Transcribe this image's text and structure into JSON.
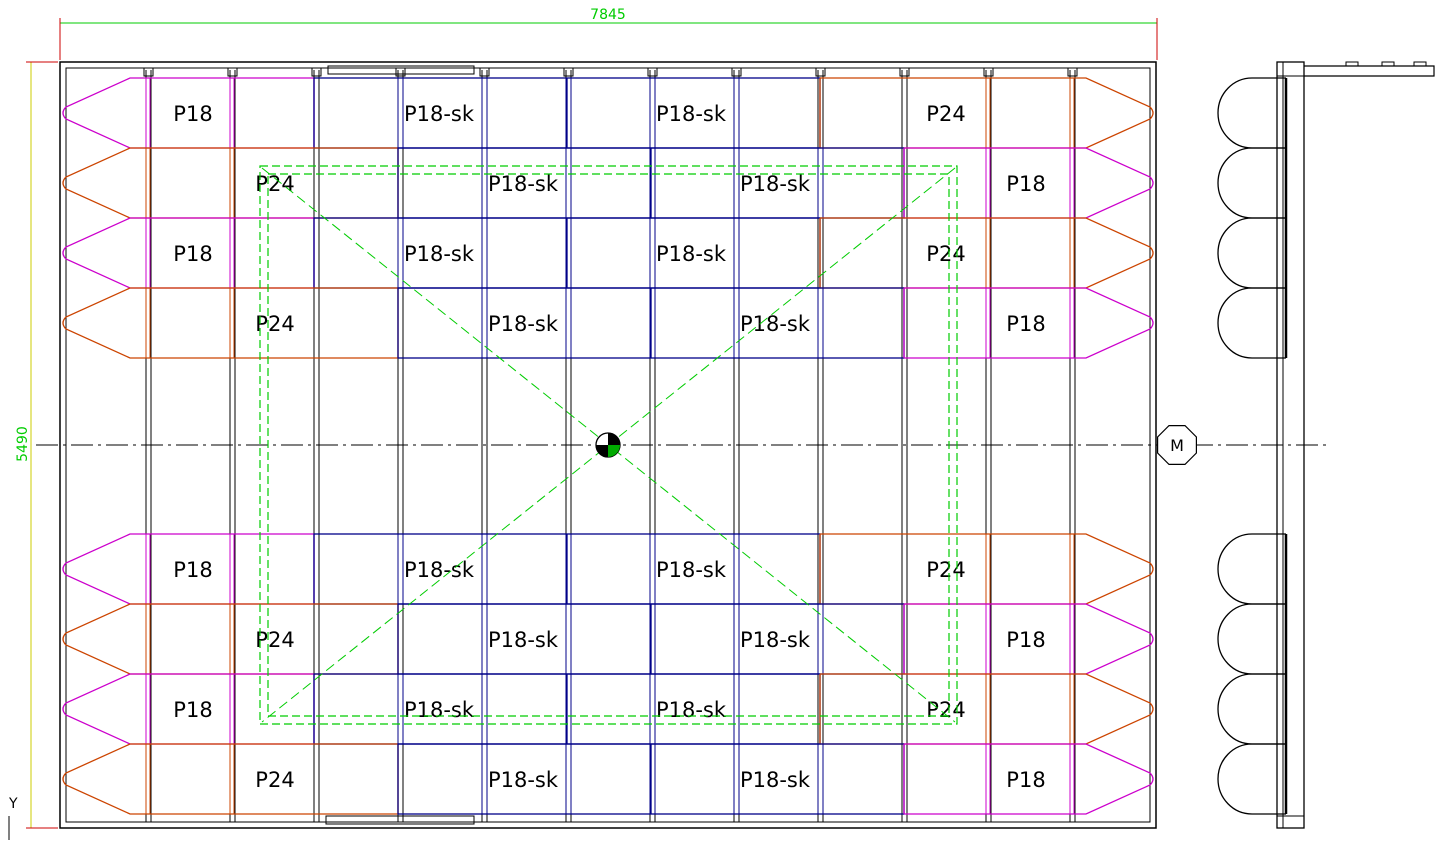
{
  "dimensions": {
    "width": "7845",
    "height": "5490"
  },
  "axis_label": "Y",
  "marker_label": "M",
  "colors": {
    "line": "#000000",
    "dimension": "#00cc00",
    "dimension_height": "#cccc00",
    "p18": "#cc00cc",
    "p24": "#cc4400",
    "p18sk": "#000088",
    "guide": "#00cc00"
  },
  "labels": {
    "p18": "P18",
    "p24": "P24",
    "p18sk": "P18-sk"
  },
  "rows": [
    {
      "left": "p18",
      "mid": "p18sk",
      "right": "p24",
      "shift": 0
    },
    {
      "left": "p24",
      "mid": "p18sk",
      "right": "p18",
      "shift": 1
    },
    {
      "left": "p18",
      "mid": "p18sk",
      "right": "p24",
      "shift": 0
    },
    {
      "left": "p24",
      "mid": "p18sk",
      "right": "p18",
      "shift": 1
    },
    {
      "left": "p18",
      "mid": "p18sk",
      "right": "p24",
      "shift": 0
    },
    {
      "left": "p24",
      "mid": "p18sk",
      "right": "p18",
      "shift": 1
    },
    {
      "left": "p18",
      "mid": "p18sk",
      "right": "p24",
      "shift": 0
    },
    {
      "left": "p24",
      "mid": "p18sk",
      "right": "p18",
      "shift": 1
    }
  ]
}
